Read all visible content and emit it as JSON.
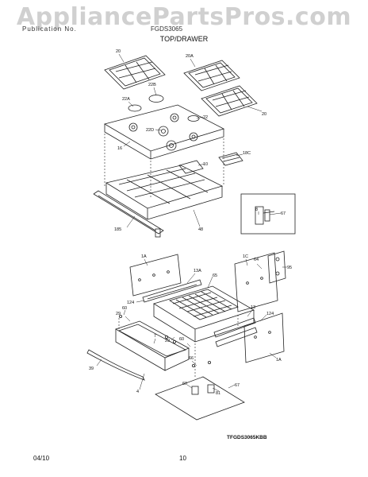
{
  "watermark": "AppliancePartsPros.com",
  "header": {
    "publication_text": "Publication No. ",
    "model_text": "FGDS3065",
    "section_title": "TOP/DRAWER"
  },
  "callouts": {
    "grate_left": "20",
    "grate_right_top": "20A",
    "grate_right_bottom": "20",
    "cap_22b": "22B",
    "cap_22a": "22A",
    "cap_22": "22",
    "cap_22d": "22D",
    "cooktop": "16",
    "vent_trim": "18C",
    "bracket_10": "10",
    "lower_body": "185",
    "rear_frame": "48",
    "valve_8": "8",
    "valve_67": "67",
    "side_1a_left": "1A",
    "slide_13a": "13A",
    "rack_65": "65",
    "panel_1c": "1C",
    "screw_64": "64",
    "cover_95": "95",
    "clip_124_left": "124",
    "bolt_60_left": "60",
    "bolt_29_left": "29",
    "slide_13": "13",
    "clip_124_right": "124",
    "bolt_29_mid": "29",
    "bolt_60_mid": "60",
    "handle_39": "39",
    "front_7": "7",
    "front_4": "4",
    "screw_66": "66",
    "screw_60_bottom": "60",
    "bottom_81": "81",
    "bottom_67": "67",
    "side_1a_right": "1A"
  },
  "model_code": "TFGDS3065KBB",
  "footer": {
    "date": "04/10",
    "page": "10"
  }
}
